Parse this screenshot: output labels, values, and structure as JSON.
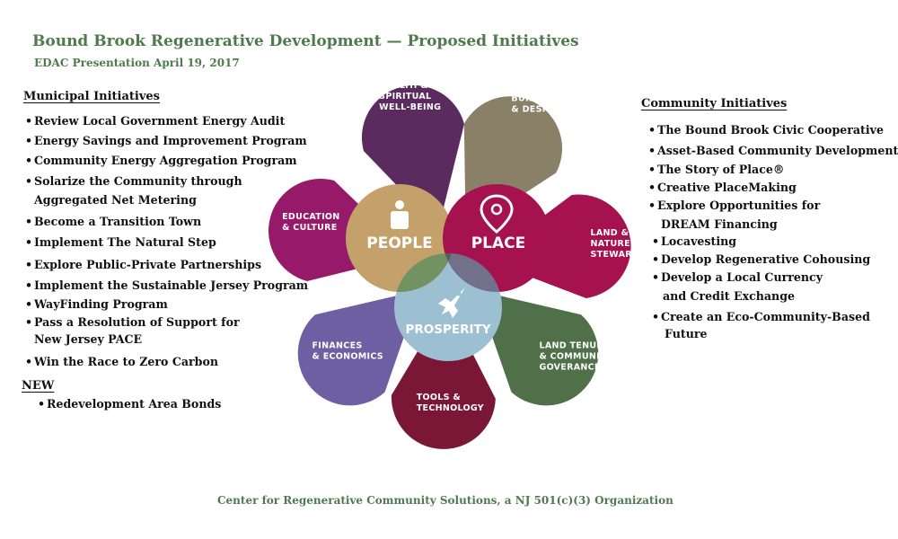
{
  "header": {
    "title": "Bound Brook Regenerative Development — Proposed Initiatives",
    "subtitle": "EDAC Presentation April 19, 2017"
  },
  "municipal": {
    "heading": "Municipal Initiatives",
    "items": [
      "Review Local Government Energy Audit",
      "Energy Savings and Improvement Program",
      "Community Energy Aggregation Program",
      "Solarize the Community through",
      "Aggregated Net Metering",
      "Become a Transition Town",
      "Implement The Natural Step",
      "Explore Public-Private Partnerships",
      "Implement the Sustainable Jersey Program",
      "WayFinding Program",
      "Pass a Resolution of Support for",
      "New Jersey PACE",
      "Win the Race to Zero Carbon"
    ]
  },
  "new_section": {
    "heading": "NEW",
    "items": [
      "Redevelopment Area Bonds"
    ]
  },
  "community": {
    "heading": "Community Initiatives",
    "items": [
      "The Bound Brook Civic Cooperative",
      "Asset-Based Community Development",
      "The Story of Place®",
      "Creative PlaceMaking",
      "Explore Opportunities for",
      "DREAM Financing",
      "Locavesting",
      "Develop Regenerative Cohousing",
      "Develop a Local Currency",
      "and Credit Exchange",
      "Create an Eco-Community-Based",
      "Future"
    ]
  },
  "flower": {
    "petals": [
      {
        "line1": "HEALTH &",
        "line2": "SPIRITUAL",
        "line3": "WELL-BEING",
        "color": "#5b2a5e"
      },
      {
        "line1": "BUILDING",
        "line2": "& DESIGN",
        "line3": "",
        "color": "#8a8068"
      },
      {
        "line1": "LAND &",
        "line2": "NATURE",
        "line3": "STEWARDSHIP",
        "color": "#a6114f"
      },
      {
        "line1": "LAND TENURE",
        "line2": "& COMMUNITY",
        "line3": "GOVERANCE",
        "color": "#4f7048"
      },
      {
        "line1": "TOOLS &",
        "line2": "TECHNOLOGY",
        "line3": "",
        "color": "#7a1636"
      },
      {
        "line1": "FINANCES",
        "line2": "& ECONOMICS",
        "line3": "",
        "color": "#6e5fa3"
      },
      {
        "line1": "EDUCATION",
        "line2": "& CULTURE",
        "line3": "",
        "color": "#97196a"
      }
    ],
    "centers": {
      "people": "PEOPLE",
      "place": "PLACE",
      "prosperity": "PROSPERITY"
    },
    "colors": {
      "people": "#c4a06a",
      "place": "#a6114f",
      "prosperity": "#9dbfd2",
      "overlap": "#6c8a4d"
    }
  },
  "footer": {
    "text": "Center for Regenerative Community Solutions, a NJ 501(c)(3) Organization"
  }
}
